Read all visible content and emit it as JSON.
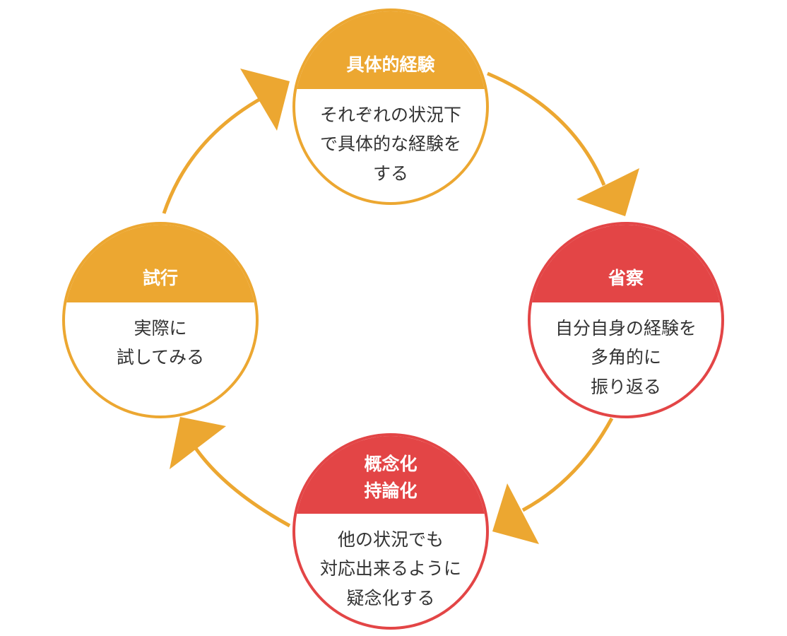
{
  "colors": {
    "orange": "#ECA731",
    "red": "#E34546",
    "text": "#333333"
  },
  "cycle": {
    "top": {
      "title": [
        "具体的経験"
      ],
      "body": [
        "それぞれの状況下",
        "で具体的な経験を",
        "する"
      ],
      "color": "orange"
    },
    "right": {
      "title": [
        "省察"
      ],
      "body": [
        "自分自身の経験を",
        "多角的に",
        "振り返る"
      ],
      "color": "red"
    },
    "bottom": {
      "title": [
        "概念化",
        "持論化"
      ],
      "body": [
        "他の状況でも",
        "対応出来るように",
        "疑念化する"
      ],
      "color": "red"
    },
    "left": {
      "title": [
        "試行"
      ],
      "body": [
        "実際に",
        "試してみる"
      ],
      "color": "orange"
    }
  }
}
